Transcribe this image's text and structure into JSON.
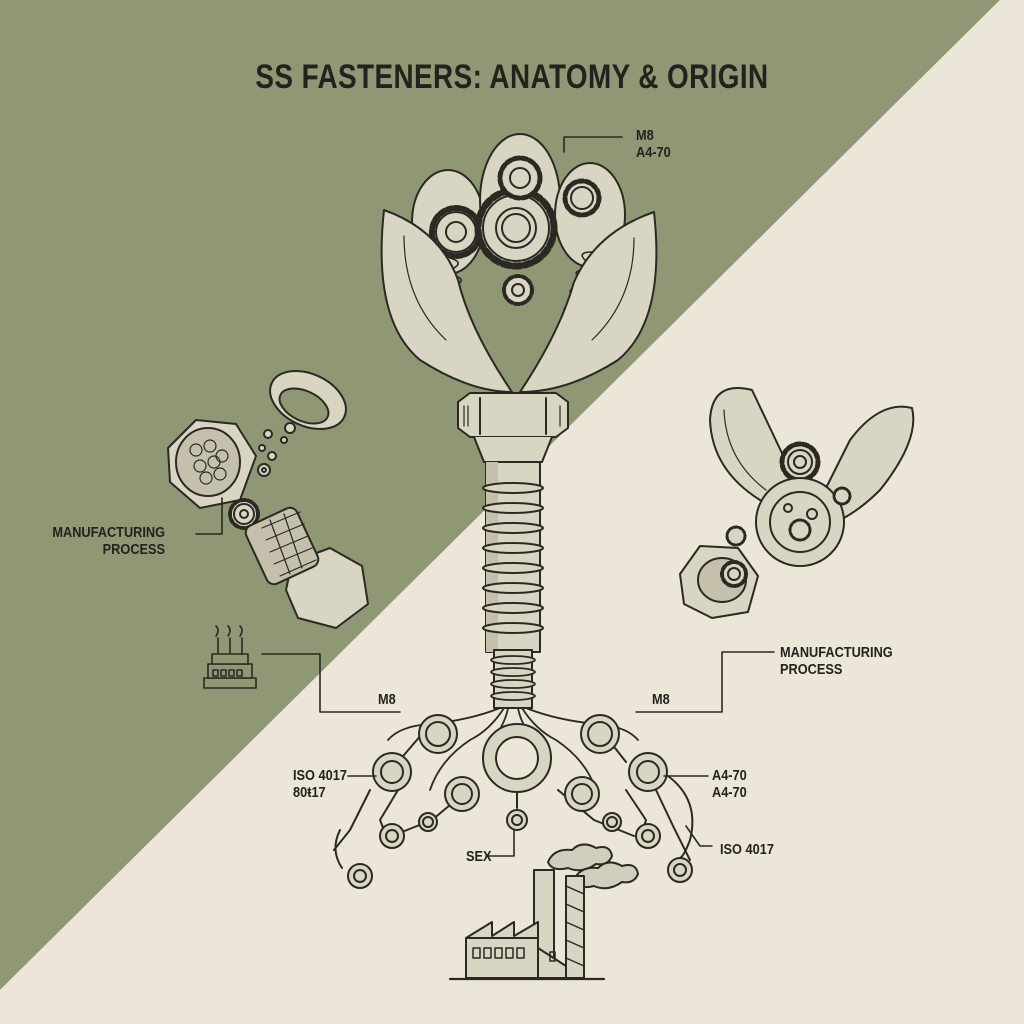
{
  "title": "SS FASTENERS: ANATOMY & ORIGIN",
  "colors": {
    "background_green": "#8f9775",
    "background_cream": "#ebe6d7",
    "ink": "#2a2a22",
    "metal_fill": "#d9d5c3",
    "metal_shade": "#c4c0ac"
  },
  "labels": {
    "top_spec": {
      "line1": "M8",
      "line2": "A4-70"
    },
    "left_process": {
      "line1": "MANUFACTURING",
      "line2": "PROCESS"
    },
    "right_process": {
      "line1": "MANUFACTURING",
      "line2": "PROCESS"
    },
    "left_size": "M8",
    "right_size": "M8",
    "left_standard": {
      "line1": "ISO 4017",
      "line2": "80ŧ17"
    },
    "right_grade": {
      "line1": "A4-70",
      "line2": "A4-70"
    },
    "right_standard": "ISO 4017",
    "center_bottom": "SEX"
  },
  "illustrations": {
    "central": "hex-bolt-with-flower-of-gears",
    "left_cluster": "exploded-hex-nuts",
    "right_cluster": "wing-nut-with-gears",
    "bottom": "factory-with-smokestacks",
    "left_small_icon": "factory-icon"
  }
}
